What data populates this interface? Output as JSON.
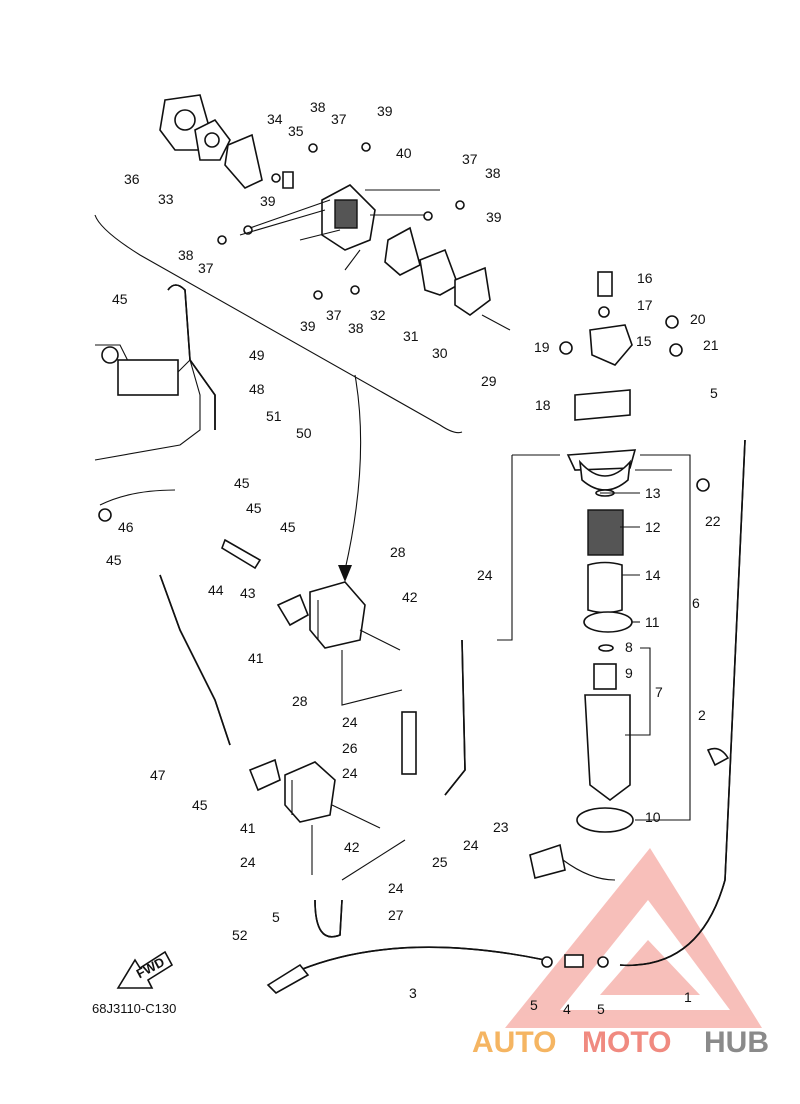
{
  "diagram": {
    "code": "68J3110-C130",
    "fwd_label": "FWD",
    "watermark": {
      "brand_part1": "AUTO",
      "brand_part2": "MOTO",
      "brand_part3": "HUB",
      "colors": {
        "part1": "#f5b562",
        "part2": "#f08a80",
        "part3": "#8a8a8a"
      }
    }
  },
  "callouts": [
    {
      "id": "c1",
      "text": "1"
    },
    {
      "id": "c2",
      "text": "2"
    },
    {
      "id": "c3",
      "text": "3"
    },
    {
      "id": "c4",
      "text": "4"
    },
    {
      "id": "c5a",
      "text": "5"
    },
    {
      "id": "c5b",
      "text": "5"
    },
    {
      "id": "c5c",
      "text": "5"
    },
    {
      "id": "c5d",
      "text": "5"
    },
    {
      "id": "c6",
      "text": "6"
    },
    {
      "id": "c7",
      "text": "7"
    },
    {
      "id": "c8",
      "text": "8"
    },
    {
      "id": "c9",
      "text": "9"
    },
    {
      "id": "c10",
      "text": "10"
    },
    {
      "id": "c11",
      "text": "11"
    },
    {
      "id": "c12",
      "text": "12"
    },
    {
      "id": "c13",
      "text": "13"
    },
    {
      "id": "c14",
      "text": "14"
    },
    {
      "id": "c15",
      "text": "15"
    },
    {
      "id": "c16",
      "text": "16"
    },
    {
      "id": "c17",
      "text": "17"
    },
    {
      "id": "c18",
      "text": "18"
    },
    {
      "id": "c19",
      "text": "19"
    },
    {
      "id": "c20",
      "text": "20"
    },
    {
      "id": "c21",
      "text": "21"
    },
    {
      "id": "c22",
      "text": "22"
    },
    {
      "id": "c23",
      "text": "23"
    },
    {
      "id": "c24a",
      "text": "24"
    },
    {
      "id": "c24b",
      "text": "24"
    },
    {
      "id": "c24c",
      "text": "24"
    },
    {
      "id": "c24d",
      "text": "24"
    },
    {
      "id": "c24e",
      "text": "24"
    },
    {
      "id": "c24f",
      "text": "24"
    },
    {
      "id": "c25",
      "text": "25"
    },
    {
      "id": "c26",
      "text": "26"
    },
    {
      "id": "c27",
      "text": "27"
    },
    {
      "id": "c28a",
      "text": "28"
    },
    {
      "id": "c28b",
      "text": "28"
    },
    {
      "id": "c29",
      "text": "29"
    },
    {
      "id": "c30",
      "text": "30"
    },
    {
      "id": "c31",
      "text": "31"
    },
    {
      "id": "c32",
      "text": "32"
    },
    {
      "id": "c33",
      "text": "33"
    },
    {
      "id": "c34",
      "text": "34"
    },
    {
      "id": "c35",
      "text": "35"
    },
    {
      "id": "c36",
      "text": "36"
    },
    {
      "id": "c37a",
      "text": "37"
    },
    {
      "id": "c37b",
      "text": "37"
    },
    {
      "id": "c37c",
      "text": "37"
    },
    {
      "id": "c37d",
      "text": "37"
    },
    {
      "id": "c38a",
      "text": "38"
    },
    {
      "id": "c38b",
      "text": "38"
    },
    {
      "id": "c38c",
      "text": "38"
    },
    {
      "id": "c38d",
      "text": "38"
    },
    {
      "id": "c39a",
      "text": "39"
    },
    {
      "id": "c39b",
      "text": "39"
    },
    {
      "id": "c39c",
      "text": "39"
    },
    {
      "id": "c39d",
      "text": "39"
    },
    {
      "id": "c40",
      "text": "40"
    },
    {
      "id": "c41a",
      "text": "41"
    },
    {
      "id": "c41b",
      "text": "41"
    },
    {
      "id": "c42a",
      "text": "42"
    },
    {
      "id": "c42b",
      "text": "42"
    },
    {
      "id": "c43",
      "text": "43"
    },
    {
      "id": "c44",
      "text": "44"
    },
    {
      "id": "c45a",
      "text": "45"
    },
    {
      "id": "c45b",
      "text": "45"
    },
    {
      "id": "c45c",
      "text": "45"
    },
    {
      "id": "c45d",
      "text": "45"
    },
    {
      "id": "c45e",
      "text": "45"
    },
    {
      "id": "c45f",
      "text": "45"
    },
    {
      "id": "c46",
      "text": "46"
    },
    {
      "id": "c47",
      "text": "47"
    },
    {
      "id": "c48",
      "text": "48"
    },
    {
      "id": "c49",
      "text": "49"
    },
    {
      "id": "c50",
      "text": "50"
    },
    {
      "id": "c51",
      "text": "51"
    },
    {
      "id": "c52",
      "text": "52"
    }
  ]
}
